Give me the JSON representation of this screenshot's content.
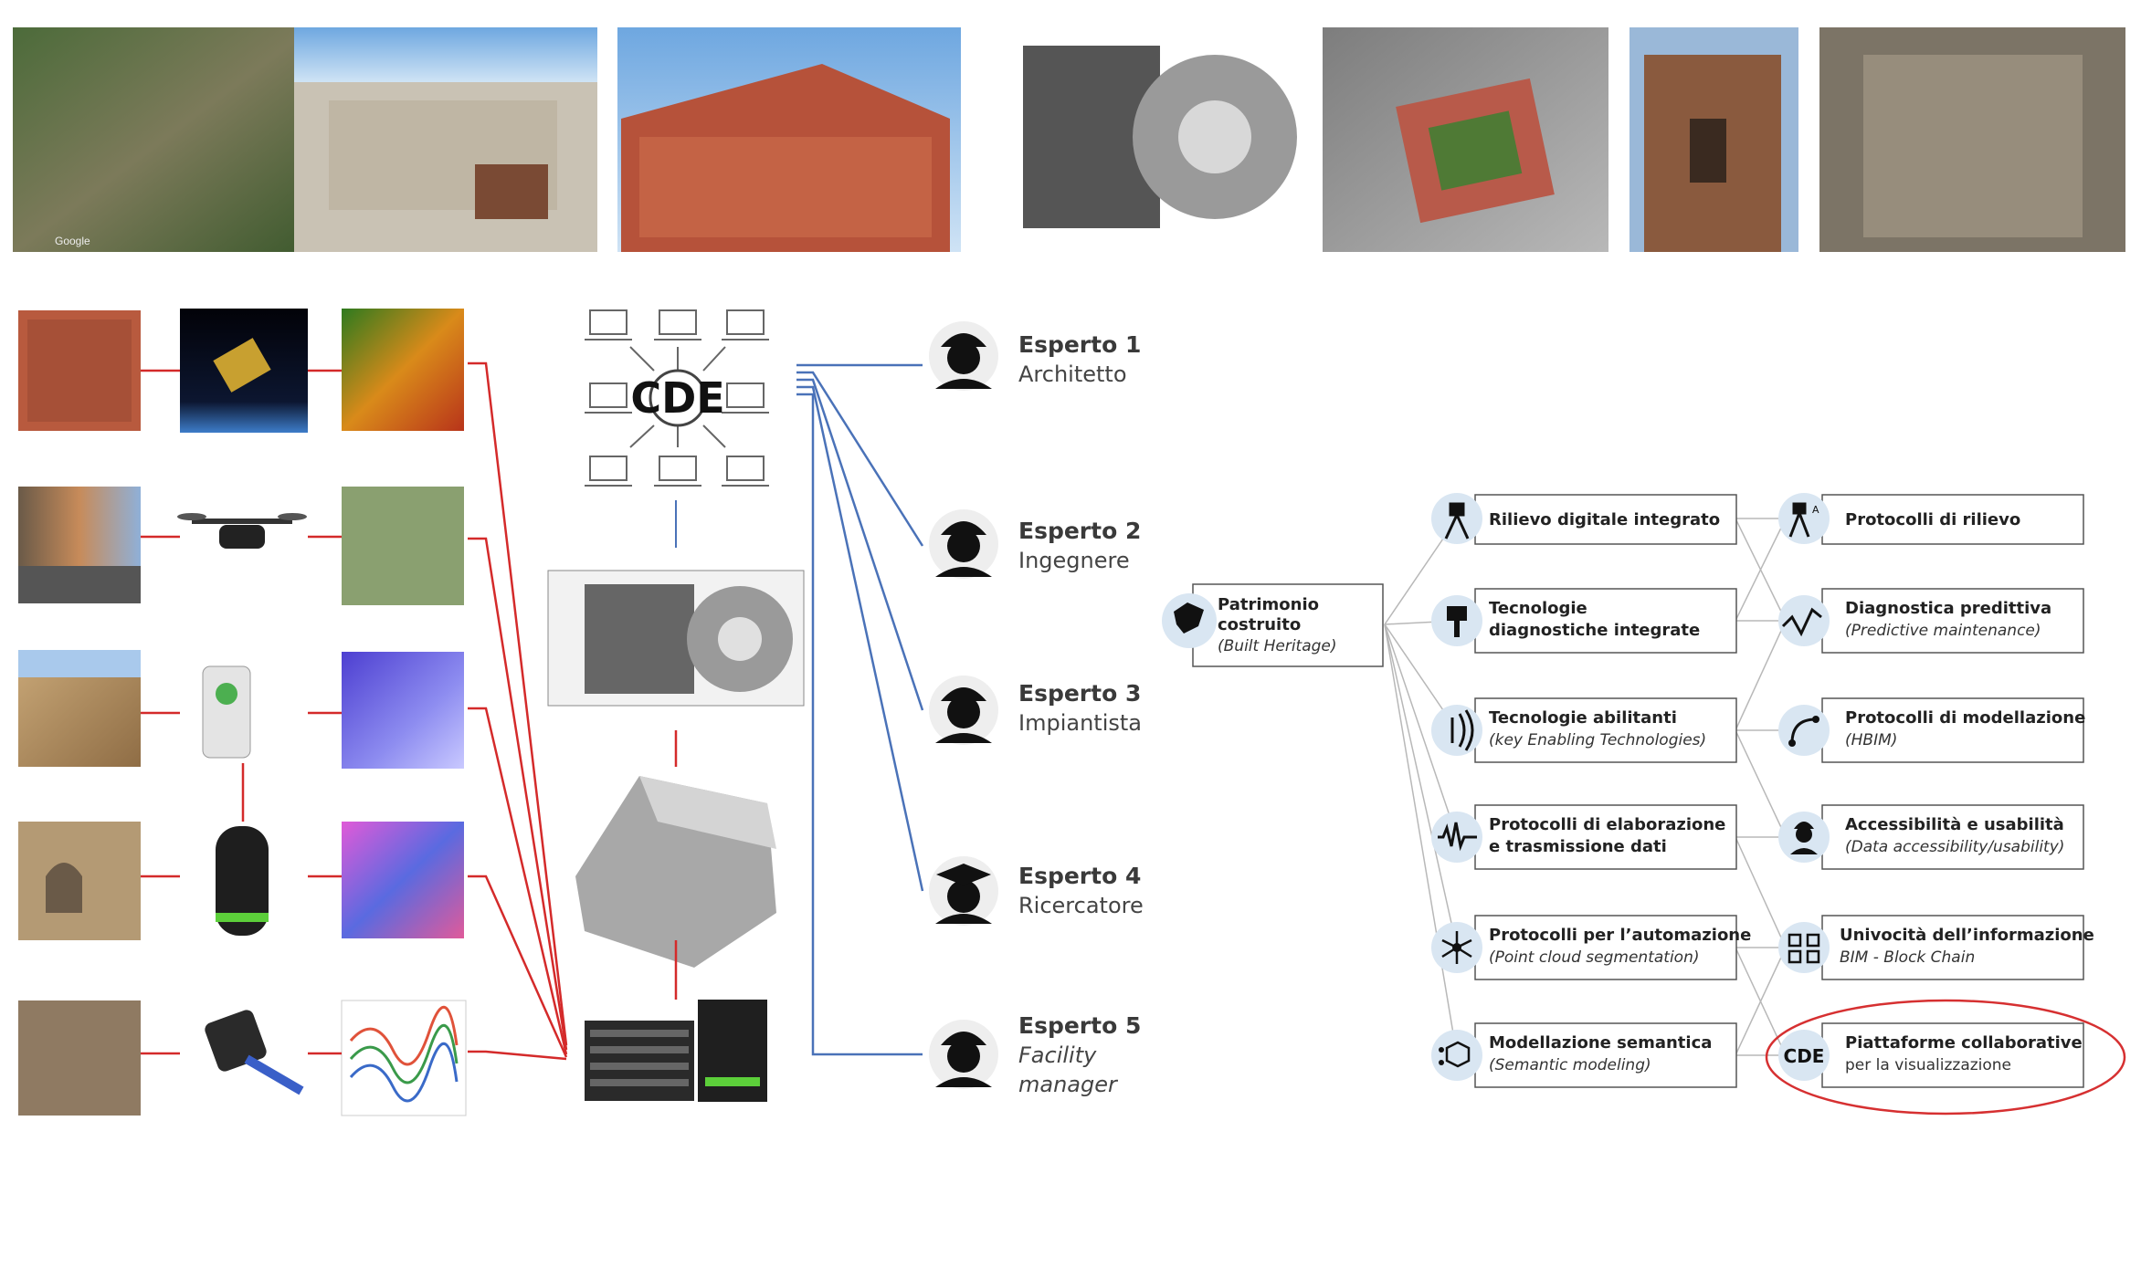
{
  "photos": {
    "top": [
      "aerial-campus-photo",
      "school-courtyard-photo",
      "brick-building-photo",
      "floor-plan-scan-photo",
      "aerial-cloister-photo",
      "ruined-tower-photo",
      "courtyard-facade-photo"
    ],
    "google_credit": "Google"
  },
  "cde": {
    "label": "CDE"
  },
  "experts": [
    {
      "name": "Esperto 1",
      "role": "Architetto",
      "icon": "hardhat-worker-icon"
    },
    {
      "name": "Esperto 2",
      "role": "Ingegnere",
      "icon": "hardhat-worker-icon"
    },
    {
      "name": "Esperto 3",
      "role": "Impiantista",
      "icon": "hardhat-worker-icon"
    },
    {
      "name": "Esperto 4",
      "role": "Ricercatore",
      "icon": "graduate-icon"
    },
    {
      "name": "Esperto 5",
      "role_line1": "Facility",
      "role_line2": "manager",
      "icon": "hardhat-worker-icon"
    }
  ],
  "root": {
    "line1": "Patrimonio",
    "line2": "costruito",
    "line3": "(Built Heritage)",
    "icon": "europe-globe-icon"
  },
  "mid_boxes": [
    {
      "line1": "Rilievo digitale integrato",
      "line2": "",
      "icon": "total-station-icon"
    },
    {
      "line1": "Tecnologie",
      "line2": "diagnostiche integrate",
      "icon": "thermal-camera-icon"
    },
    {
      "line1": "Tecnologie abilitanti",
      "line2": "(key Enabling Technologies)",
      "icon": "wireless-signal-icon"
    },
    {
      "line1": "Protocolli di elaborazione",
      "line2": "e trasmissione dati",
      "icon": "data-wave-icon"
    },
    {
      "line1": "Protocolli per l’automazione",
      "line2": "(Point cloud segmentation)",
      "icon": "network-nodes-icon"
    },
    {
      "line1": "Modellazione semantica",
      "line2": "(Semantic modeling)",
      "icon": "semantic-cube-icon"
    }
  ],
  "right_boxes": [
    {
      "line1": "Protocolli di rilievo",
      "line2": "",
      "icon": "survey-grade-icon"
    },
    {
      "line1": "Diagnostica predittiva",
      "line2": "(Predictive maintenance)",
      "icon": "trend-line-icon"
    },
    {
      "line1": "Protocolli di modellazione",
      "line2": "(HBIM)",
      "icon": "bezier-curve-icon"
    },
    {
      "line1": "Accessibilità e usabilità",
      "line2": "(Data accessibility/usability)",
      "icon": "worker-icon"
    },
    {
      "line1": "Univocità dell’informazione",
      "line2": "BIM - Block Chain",
      "icon": "blockchain-icon"
    },
    {
      "line1": "Piattaforme collaborative",
      "line2": "per la visualizzazione",
      "icon": "cde-badge-icon",
      "badge": "CDE"
    }
  ],
  "colors": {
    "red_link": "#d42a2a",
    "blue_link": "#4a72b8",
    "icon_circle": "#d9e6f2",
    "highlight": "#d63031"
  }
}
